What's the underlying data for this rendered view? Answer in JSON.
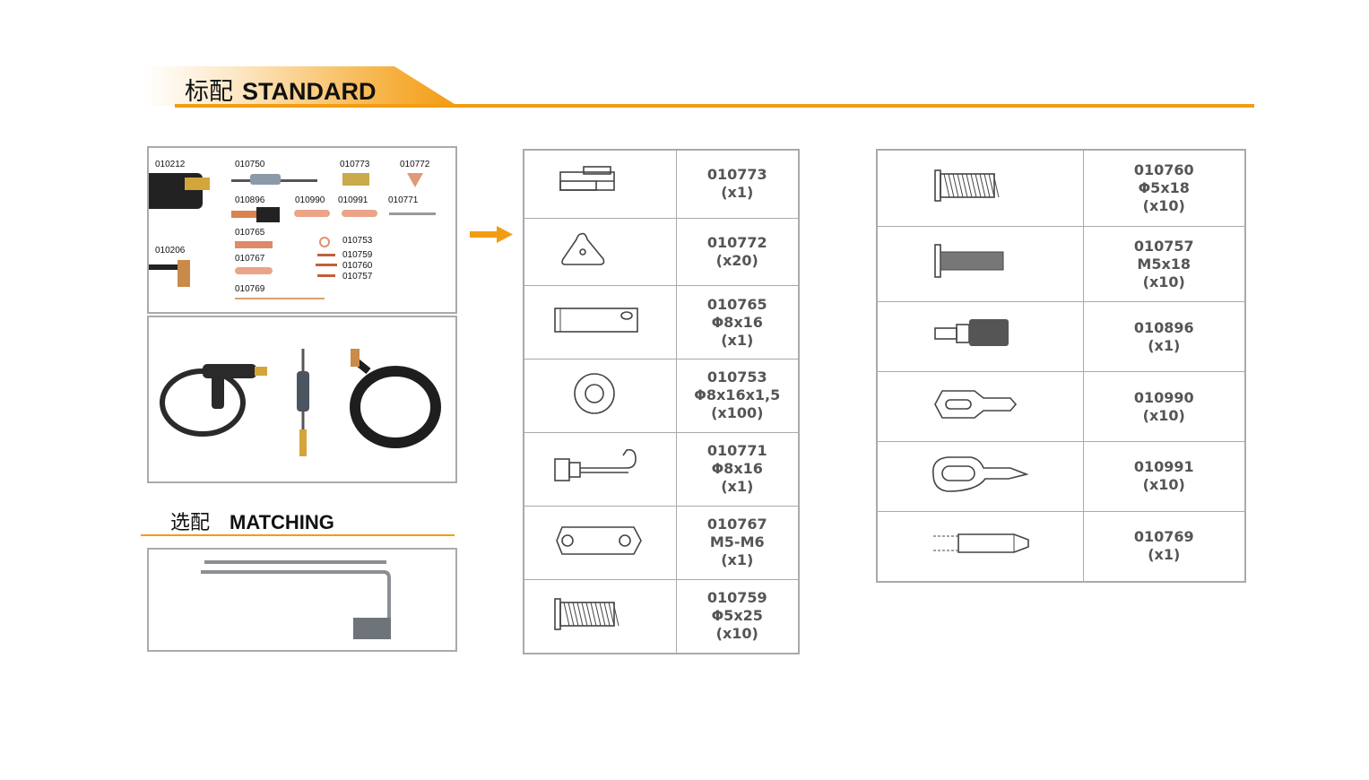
{
  "header": {
    "title_cn": "标配",
    "title_en": "STANDARD"
  },
  "matching": {
    "title_cn": "选配",
    "title_en": "MATCHING"
  },
  "photo_labels": [
    "010212",
    "010750",
    "010773",
    "010772",
    "010896",
    "010990",
    "010991",
    "010771",
    "010765",
    "010753",
    "010759",
    "010760",
    "010757",
    "010206",
    "010767",
    "010769"
  ],
  "colors": {
    "accent": "#f29c12",
    "border": "#aaaaaa",
    "text": "#555555"
  },
  "middle_table": [
    {
      "icon": "tip-holder-icon",
      "lines": [
        "010773",
        "(x1)"
      ]
    },
    {
      "icon": "triangle-washer-icon",
      "lines": [
        "010772",
        "(x20)"
      ]
    },
    {
      "icon": "electrode-bar-icon",
      "lines": [
        "010765",
        "Φ8x16",
        "(x1)"
      ]
    },
    {
      "icon": "washer-icon",
      "lines": [
        "010753",
        "Φ8x16x1,5",
        "(x100)"
      ]
    },
    {
      "icon": "hook-icon",
      "lines": [
        "010771",
        "Φ8x16",
        "(x1)"
      ]
    },
    {
      "icon": "double-hole-plate-icon",
      "lines": [
        "010767",
        "M5-M6",
        "(x1)"
      ]
    },
    {
      "icon": "screw-icon",
      "lines": [
        "010759",
        "Φ5x25",
        "(x10)"
      ]
    }
  ],
  "right_table": [
    {
      "icon": "screw-icon",
      "lines": [
        "010760",
        "Φ5x18",
        "(x10)"
      ]
    },
    {
      "icon": "threaded-stud-icon",
      "lines": [
        "010757",
        "M5x18",
        "(x10)"
      ]
    },
    {
      "icon": "electrode-adapter-icon",
      "lines": [
        "010896",
        "(x1)"
      ]
    },
    {
      "icon": "pulling-ring-icon",
      "lines": [
        "010990",
        "(x10)"
      ]
    },
    {
      "icon": "large-pulling-ring-icon",
      "lines": [
        "010991",
        "(x10)"
      ]
    },
    {
      "icon": "carbon-rod-icon",
      "lines": [
        "010769",
        "(x1)"
      ]
    }
  ]
}
